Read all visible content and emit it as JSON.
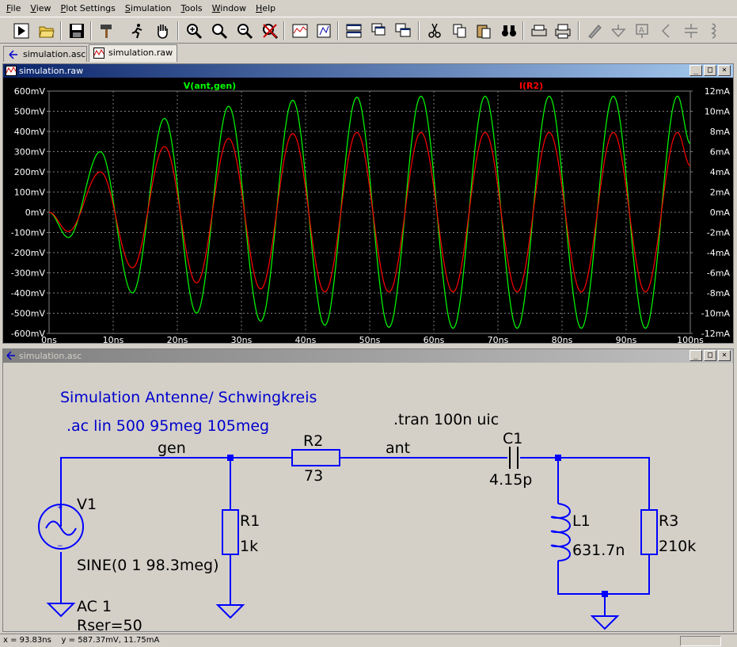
{
  "menu": [
    {
      "label": "File",
      "u": "F",
      "rest": "ile"
    },
    {
      "label": "View",
      "u": "V",
      "rest": "iew"
    },
    {
      "label": "Plot Settings",
      "u": "P",
      "rest": "lot Settings"
    },
    {
      "label": "Simulation",
      "u": "S",
      "rest": "imulation"
    },
    {
      "label": "Tools",
      "u": "T",
      "rest": "ools"
    },
    {
      "label": "Window",
      "u": "W",
      "rest": "indow"
    },
    {
      "label": "Help",
      "u": "H",
      "rest": "elp"
    }
  ],
  "tabs": [
    {
      "label": "simulation.asc",
      "active": false
    },
    {
      "label": "simulation.raw",
      "active": true
    }
  ],
  "plot_window": {
    "title": "simulation.raw"
  },
  "schematic_window": {
    "title": "simulation.asc"
  },
  "window_buttons": {
    "minimize": "_",
    "restore": "□",
    "close": "×"
  },
  "colors": {
    "plot_bg": "#000000",
    "grid": "#808080",
    "trace_v": "#00ff00",
    "trace_i": "#ff0000",
    "axis_text": "#ffffff",
    "wire": "#0000ff",
    "sch_bg": "#d4d0c8",
    "text_blue": "#0000cd"
  },
  "chart_data": {
    "type": "line",
    "x_unit": "ns",
    "xlim": [
      0,
      100
    ],
    "x_ticks": [
      "0ns",
      "10ns",
      "20ns",
      "30ns",
      "40ns",
      "50ns",
      "60ns",
      "70ns",
      "80ns",
      "90ns",
      "100ns"
    ],
    "y_left_ticks": [
      "600mV",
      "500mV",
      "400mV",
      "300mV",
      "200mV",
      "100mV",
      "0mV",
      "-100mV",
      "-200mV",
      "-300mV",
      "-400mV",
      "-500mV",
      "-600mV"
    ],
    "y_right_ticks": [
      "12mA",
      "10mA",
      "8mA",
      "6mA",
      "4mA",
      "2mA",
      "0mA",
      "-2mA",
      "-4mA",
      "-6mA",
      "-8mA",
      "-10mA",
      "-12mA"
    ],
    "ylim_left_mV": [
      -600,
      600
    ],
    "ylim_right_mA": [
      -12,
      12
    ],
    "grid": true,
    "series": [
      {
        "name": "V(ant,gen)",
        "axis": "left",
        "color": "#00ff00",
        "x": [
          0,
          3,
          8,
          13,
          18,
          23,
          28,
          33,
          38,
          43,
          48,
          53,
          58,
          63,
          68,
          73,
          78,
          83,
          88,
          93,
          98,
          100
        ],
        "y": [
          0,
          -125,
          300,
          -400,
          465,
          -500,
          525,
          -540,
          555,
          -560,
          570,
          -570,
          575,
          -575,
          575,
          -575,
          575,
          -575,
          575,
          -575,
          575,
          340
        ]
      },
      {
        "name": "I(R2)",
        "axis": "right",
        "color": "#ff0000",
        "x": [
          0,
          3,
          8,
          13,
          18,
          23,
          28,
          33,
          38,
          43,
          48,
          53,
          58,
          63,
          68,
          73,
          78,
          83,
          88,
          93,
          98,
          100
        ],
        "y": [
          0,
          -1.9,
          4.0,
          -5.5,
          6.5,
          -7.0,
          7.3,
          -7.6,
          7.8,
          -7.9,
          7.9,
          -7.9,
          7.9,
          -7.9,
          7.9,
          -7.9,
          7.9,
          -7.9,
          7.9,
          -7.9,
          7.9,
          4.6
        ]
      }
    ]
  },
  "schematic": {
    "title": "Simulation Antenne/ Schwingkreis",
    "ac_directive": ".ac lin 500 95meg 105meg",
    "tran_directive": ".tran 100n uic",
    "net_gen": "gen",
    "net_ant": "ant",
    "V1": {
      "name": "V1",
      "value": "SINE(0 1 98.3meg)",
      "ac": "AC 1",
      "rser": "Rser=50"
    },
    "R1": {
      "name": "R1",
      "value": "1k"
    },
    "R2": {
      "name": "R2",
      "value": "73"
    },
    "C1": {
      "name": "C1",
      "value": "4.15p"
    },
    "L1": {
      "name": "L1",
      "value": "631.7n"
    },
    "R3": {
      "name": "R3",
      "value": "210k"
    }
  },
  "status": {
    "text": "x = 93.83ns    y = 587.37mV, 11.75mA"
  }
}
